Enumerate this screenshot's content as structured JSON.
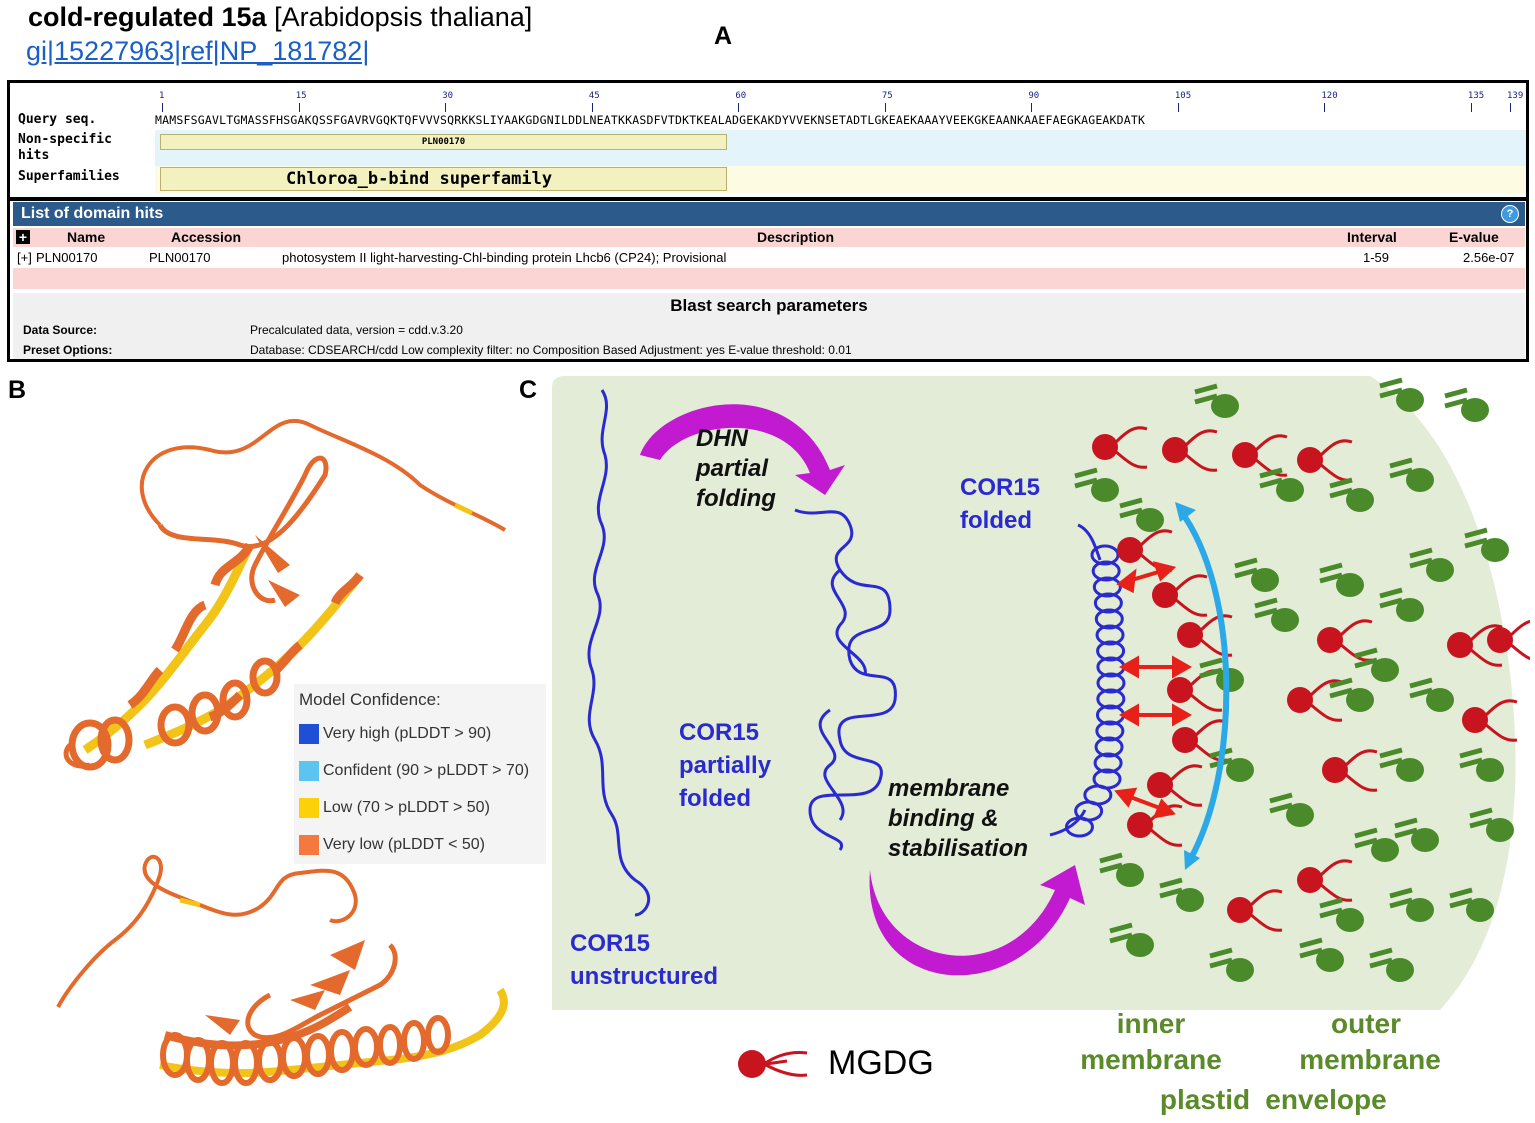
{
  "header": {
    "title_bold": "cold-regulated 15a",
    "title_rest": "[Arabidopsis thaliana]",
    "gi_link": "gi|15227963|ref|NP_181782|"
  },
  "panel_letters": {
    "a": "A",
    "b": "B",
    "c": "C"
  },
  "panelA": {
    "labels": {
      "query": "Query seq.",
      "nsh_1": "Non-specific",
      "nsh_2": "hits",
      "superfamilies": "Superfamilies"
    },
    "ticks": [
      "1",
      "15",
      "30",
      "45",
      "60",
      "75",
      "90",
      "105",
      "120",
      "135",
      "139"
    ],
    "sequence": "MAMSFSGAVLTGMASSFHSGAKQSSFGAVRVGQKTQFVVVSQRKKSLIYAAKGDGNILDDLNEATKKASDFVTDKTKEALADGEKAKDYVVEKNSETADTLGKEAEKAAAYVEEKGKEAANKAAEFAEGKAGEAKDATK",
    "nonspecific_hit": "PLN00170",
    "superfamily_hit": "Chloroa_b-bind superfamily",
    "hits_header": "List of domain hits",
    "help": "?",
    "expand_all": "+",
    "columns": {
      "name": "Name",
      "accession": "Accession",
      "description": "Description",
      "interval": "Interval",
      "evalue": "E-value"
    },
    "row": {
      "expand": "[+]",
      "name": "PLN00170",
      "accession": "PLN00170",
      "description": "photosystem II light-harvesting-Chl-binding protein Lhcb6 (CP24); Provisional",
      "interval": "1-59",
      "evalue": "2.56e-07"
    },
    "params": {
      "title": "Blast search parameters",
      "data_source_label": "Data Source:",
      "data_source_value": "Precalculated data, version = cdd.v.3.20",
      "preset_label": "Preset Options:",
      "preset_value": "Database: CDSEARCH/cdd   Low complexity filter: no   Composition Based Adjustment: yes   E-value threshold: 0.01"
    }
  },
  "panelB": {
    "legend_title": "Model Confidence:",
    "legend": [
      {
        "label": "Very high (pLDDT > 90)",
        "color": "#1f4fd6"
      },
      {
        "label": "Confident (90 > pLDDT > 70)",
        "color": "#5bc4ef"
      },
      {
        "label": "Low (70 > pLDDT > 50)",
        "color": "#fdd10a"
      },
      {
        "label": "Very low (pLDDT < 50)",
        "color": "#f5783e"
      }
    ]
  },
  "panelC": {
    "unstructured_1": "COR15",
    "unstructured_2": "unstructured",
    "dhn_1": "DHN",
    "dhn_2": "partial",
    "dhn_3": "folding",
    "partial_1": "COR15",
    "partial_2": "partially",
    "partial_3": "folded",
    "binding_1": "membrane",
    "binding_2": "binding &",
    "binding_3": "stabilisation",
    "folded_1": "COR15",
    "folded_2": "folded",
    "inner_1": "inner",
    "inner_2": "membrane",
    "outer_1": "outer",
    "outer_2": "membrane",
    "plastid": "plastid",
    "envelope": "envelope",
    "mgdg": "MGDG",
    "colors": {
      "protein": "#2a2ad0",
      "lipid": "#c8141e",
      "membrane_lipid": "#4a8a2a",
      "arrow": "#c21ad0",
      "background": "#e2ecd6",
      "blue_arrow": "#2aa8e8"
    }
  }
}
